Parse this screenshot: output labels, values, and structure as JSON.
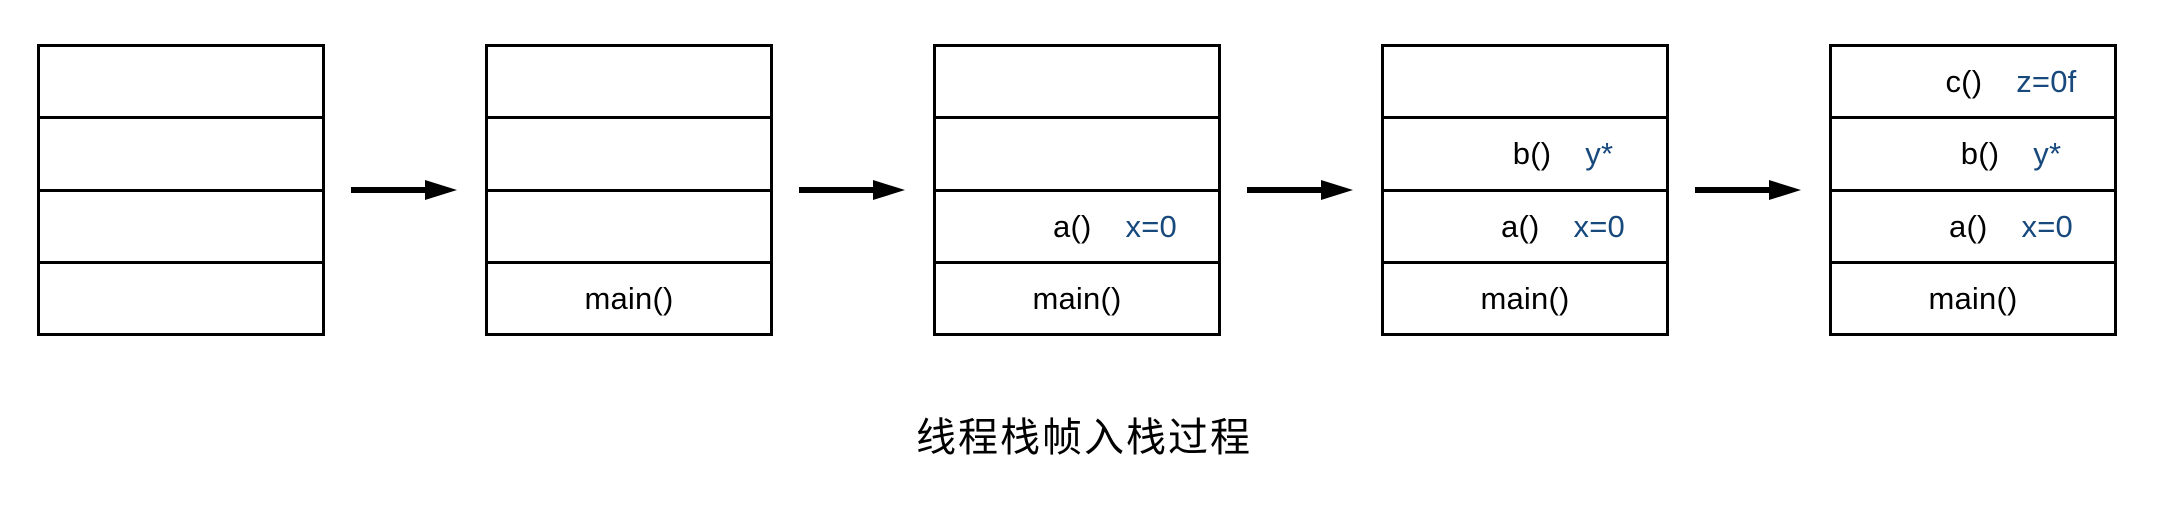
{
  "diagram": {
    "title": "线程栈帧入栈过程",
    "colors": {
      "stroke": "#000000",
      "frame_label": "#000000",
      "variable_label": "#17497d",
      "background": "#ffffff"
    },
    "arrow_glyph": "right-arrow",
    "stack_count": 5,
    "frames_per_stack": 4,
    "stacks": [
      {
        "name": "stack-step-1",
        "frames": [
          {
            "fn": "",
            "var": "",
            "empty": true
          },
          {
            "fn": "",
            "var": "",
            "empty": true
          },
          {
            "fn": "",
            "var": "",
            "empty": true
          },
          {
            "fn": "",
            "var": "",
            "empty": true
          }
        ]
      },
      {
        "name": "stack-step-2",
        "frames": [
          {
            "fn": "",
            "var": "",
            "empty": true
          },
          {
            "fn": "",
            "var": "",
            "empty": true
          },
          {
            "fn": "",
            "var": "",
            "empty": true
          },
          {
            "fn": "main()",
            "var": "",
            "empty": false
          }
        ]
      },
      {
        "name": "stack-step-3",
        "frames": [
          {
            "fn": "",
            "var": "",
            "empty": true
          },
          {
            "fn": "",
            "var": "",
            "empty": true
          },
          {
            "fn": "a()",
            "var": "x=0",
            "empty": false
          },
          {
            "fn": "main()",
            "var": "",
            "empty": false
          }
        ]
      },
      {
        "name": "stack-step-4",
        "frames": [
          {
            "fn": "",
            "var": "",
            "empty": true
          },
          {
            "fn": "b()",
            "var": "y*",
            "empty": false
          },
          {
            "fn": "a()",
            "var": "x=0",
            "empty": false
          },
          {
            "fn": "main()",
            "var": "",
            "empty": false
          }
        ]
      },
      {
        "name": "stack-step-5",
        "frames": [
          {
            "fn": "c()",
            "var": "z=0f",
            "empty": false
          },
          {
            "fn": "b()",
            "var": "y*",
            "empty": false
          },
          {
            "fn": "a()",
            "var": "x=0",
            "empty": false
          },
          {
            "fn": "main()",
            "var": "",
            "empty": false
          }
        ]
      }
    ]
  }
}
